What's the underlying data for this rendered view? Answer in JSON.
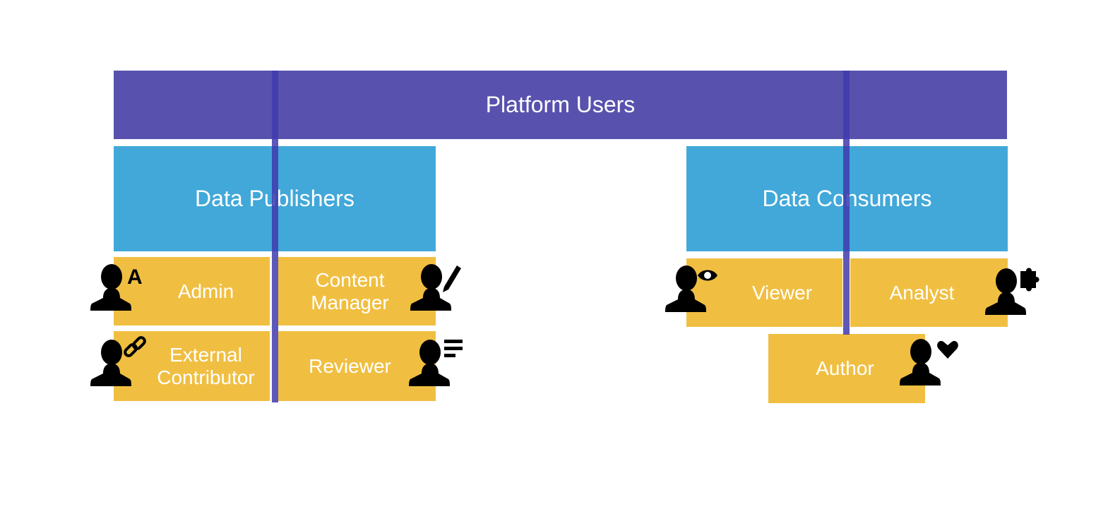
{
  "platform": {
    "label": "Platform Users"
  },
  "groups": {
    "publishers": {
      "label": "Data Publishers"
    },
    "consumers": {
      "label": "Data Consumers"
    }
  },
  "roles": {
    "admin": {
      "label": "Admin",
      "icon": "person-admin-icon",
      "badge": "A"
    },
    "content_manager": {
      "label_line1": "Content",
      "label_line2": "Manager",
      "icon": "person-pencil-icon"
    },
    "external_contributor": {
      "label_line1": "External",
      "label_line2": "Contributor",
      "icon": "person-link-icon"
    },
    "reviewer": {
      "label": "Reviewer",
      "icon": "person-list-icon"
    },
    "viewer": {
      "label": "Viewer",
      "icon": "person-eye-icon"
    },
    "analyst": {
      "label": "Analyst",
      "icon": "person-puzzle-icon"
    },
    "author": {
      "label": "Author",
      "icon": "person-heart-icon"
    }
  },
  "colors": {
    "platform": "#5852ae",
    "group": "#41a8d9",
    "role": "#f0bf42",
    "connector": "#3f39ad",
    "icon": "#000000"
  }
}
